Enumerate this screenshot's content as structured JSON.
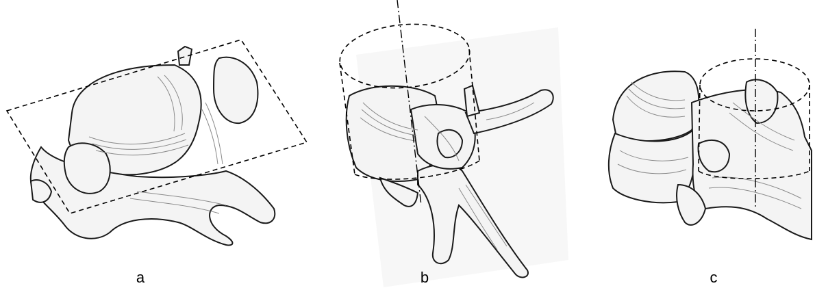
{
  "figure": {
    "panels": [
      {
        "label": "a",
        "subject": "vertebra-top-view-with-bounding-box"
      },
      {
        "label": "b",
        "subject": "vertebra-oblique-view-with-cylinder"
      },
      {
        "label": "c",
        "subject": "vertebra-side-view-with-cylinder"
      }
    ],
    "colors": {
      "ink": "#1a1a1a",
      "bone": "#f4f4f4",
      "shade": "#8a8a8a",
      "background": "#ffffff"
    }
  }
}
